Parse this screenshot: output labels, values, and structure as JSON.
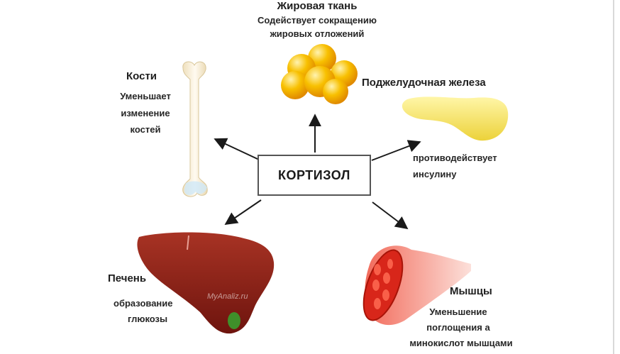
{
  "center": {
    "label": "КОРТИЗОЛ"
  },
  "fat": {
    "title": "Жировая ткань",
    "line1": "Содействует сокращению",
    "line2": "жировых отложений"
  },
  "bones": {
    "title": "Кости",
    "line1": "Уменьшает",
    "line2": "изменение",
    "line3": "костей"
  },
  "pancreas": {
    "title": "Поджелудочная железа",
    "line1": "противодействует",
    "line2": "инсулину"
  },
  "liver": {
    "title": "Печень",
    "line1": "образование",
    "line2": "глюкозы"
  },
  "muscles": {
    "title": "Мышцы",
    "line1": "Уменьшение",
    "line2": "поглощения а",
    "line3": "минокислот мышцами"
  },
  "watermark": "MyAnaliz.ru",
  "colors": {
    "arrow": "#1a1a1a",
    "fat": "#f6b400",
    "bone": "#f7ecd2",
    "pancreas": "#f4e04d",
    "liver": "#8a1e16",
    "muscle": "#e0301e"
  }
}
